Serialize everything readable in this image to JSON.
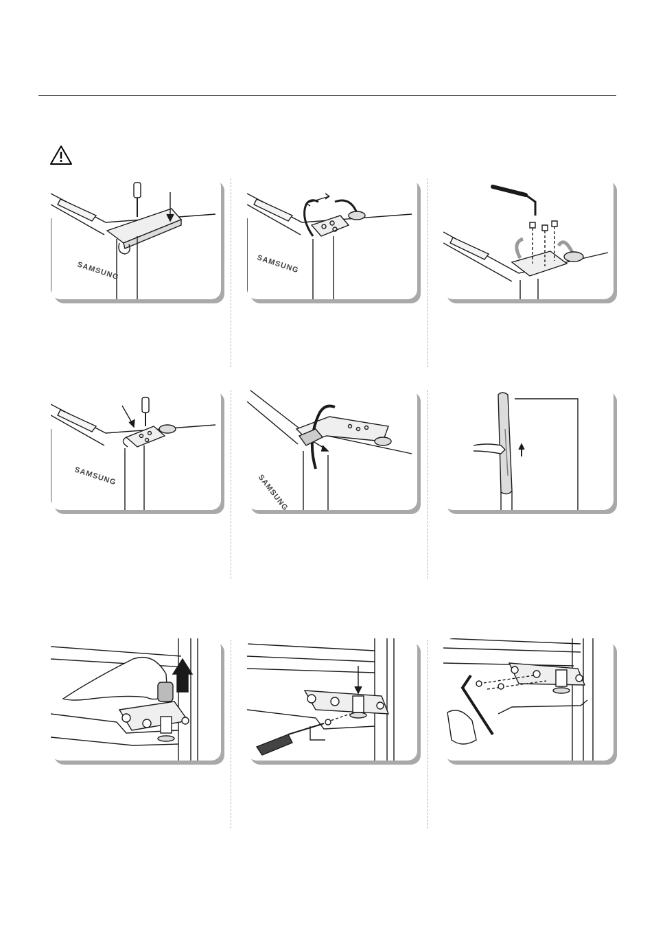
{
  "page": {
    "warning_icon": "warning-triangle-icon"
  },
  "labels": {
    "brand_text": "SAMSUNG"
  },
  "colors": {
    "line": "#1a1a1a",
    "shadow": "#a9a9a9",
    "separator": "#b5b5b5"
  },
  "steps": [
    {
      "name": "remove-hinge-cover",
      "icons": [
        "screwdriver-icon",
        "hinge-cover-icon",
        "arrow-down-icon"
      ]
    },
    {
      "name": "disconnect-wire-harness",
      "icons": [
        "wire-harness-icon",
        "double-arrow-icon"
      ]
    },
    {
      "name": "unscrew-hinge-bolts",
      "icons": [
        "wrench-icon",
        "bolt-icon"
      ]
    },
    {
      "name": "remove-ground-screw",
      "icons": [
        "screwdriver-icon",
        "arrow-icon"
      ]
    },
    {
      "name": "lift-upper-hinge",
      "icons": [
        "hinge-icon",
        "wire-harness-icon"
      ]
    },
    {
      "name": "lift-door-off",
      "icons": [
        "door-icon",
        "hand-icon",
        "arrow-up-icon"
      ]
    },
    {
      "name": "remove-hinge-pin-cap",
      "icons": [
        "hand-icon",
        "arrow-up-icon",
        "hinge-pin-icon"
      ]
    },
    {
      "name": "remove-lower-hinge-screw",
      "icons": [
        "screwdriver-icon",
        "lower-hinge-icon"
      ]
    },
    {
      "name": "remove-hinge-with-allen-wrench",
      "icons": [
        "allen-wrench-icon",
        "hand-icon",
        "bolt-icon"
      ]
    }
  ]
}
